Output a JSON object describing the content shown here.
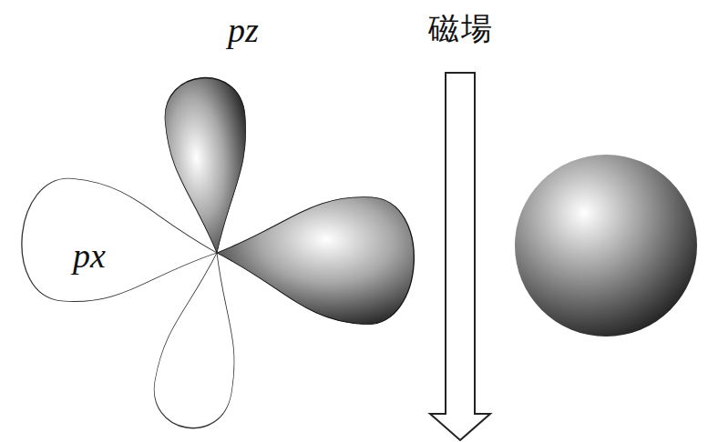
{
  "diagram": {
    "labels": [
      "pz",
      "px",
      "磁場"
    ]
  }
}
